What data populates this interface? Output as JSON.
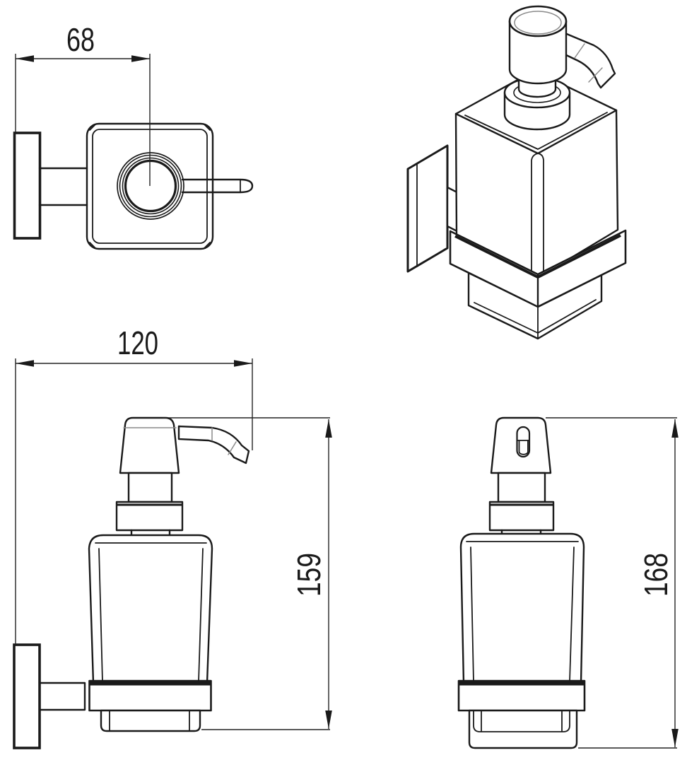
{
  "drawing": {
    "subject": "wall-mounted glass soap dispenser technical drawing",
    "dimensions": {
      "top_width": "68",
      "side_depth": "120",
      "side_height": "159",
      "front_height": "168"
    }
  },
  "colors": {
    "line": "#1a1a1a",
    "background": "#ffffff"
  }
}
